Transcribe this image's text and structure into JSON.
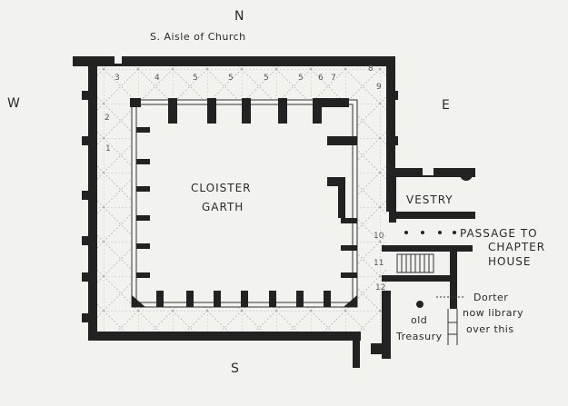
{
  "compass": {
    "north": "N",
    "south": "S",
    "east": "E",
    "west": "W"
  },
  "labels": {
    "church": "S. Aisle of Church",
    "garth_line1": "CLOISTER",
    "garth_line2": "GARTH",
    "vestry": "VESTRY",
    "passage_line1": "PASSAGE TO",
    "passage_line2": "CHAPTER",
    "passage_line3": "HOUSE",
    "dorter_line1": "Dorter",
    "dorter_line2": "now library",
    "dorter_line3": "over this",
    "treasury_line1": "old",
    "treasury_line2": "Treasury"
  },
  "bay_numbers": {
    "north": [
      "3",
      "4",
      "5",
      "5",
      "5",
      "5",
      "6",
      "7",
      "8",
      "9"
    ],
    "west": [
      "2",
      "1"
    ],
    "east": [
      "10",
      "11",
      "12"
    ]
  }
}
